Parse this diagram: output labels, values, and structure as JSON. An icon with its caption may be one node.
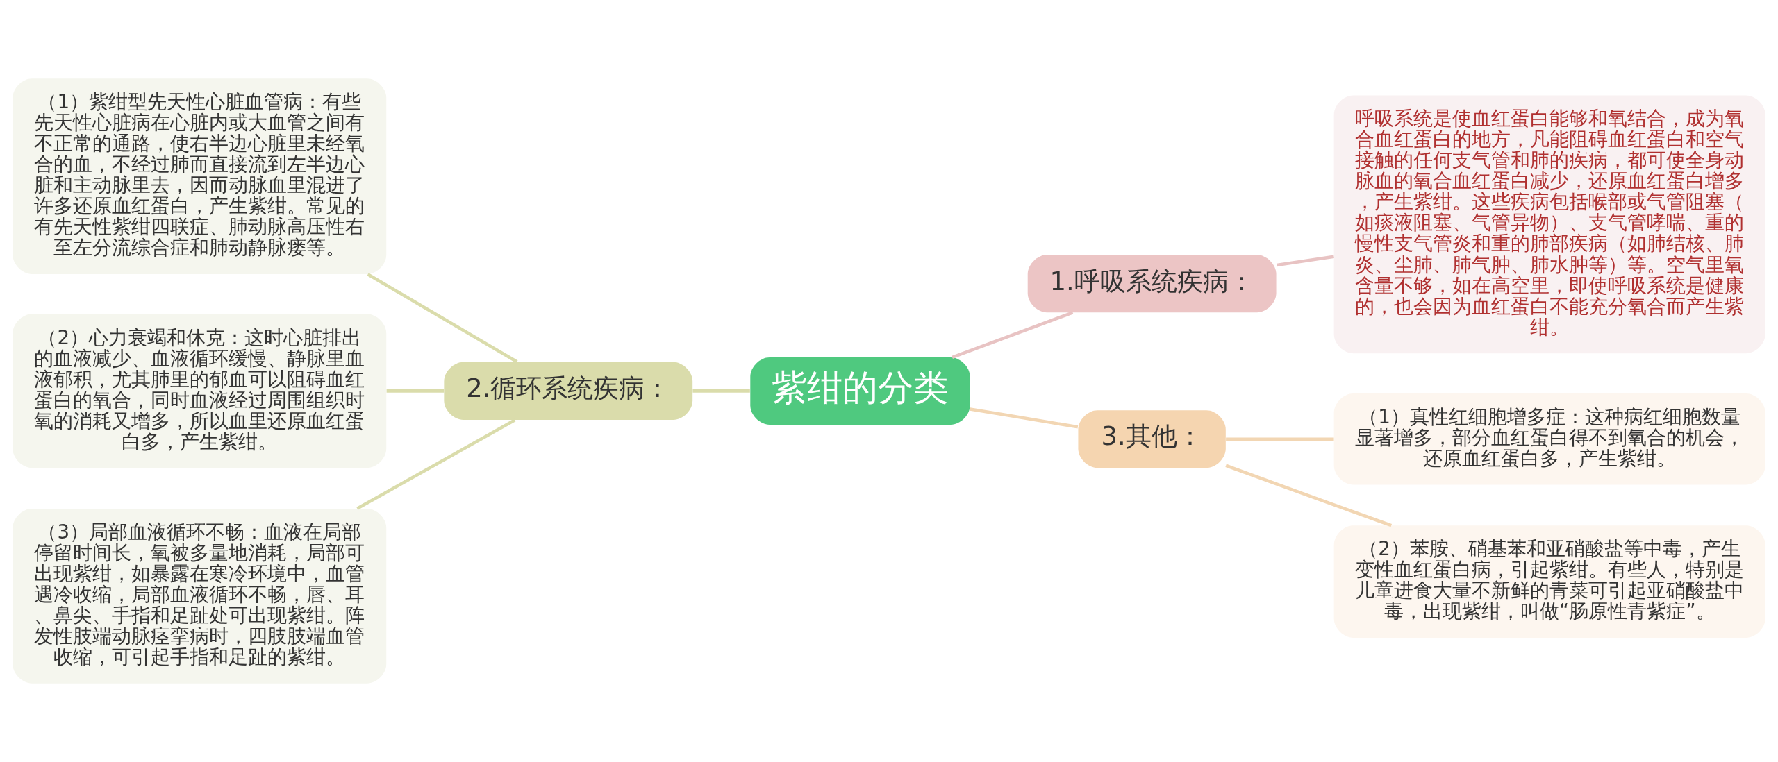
{
  "diagram": {
    "nodes": [
      {
        "text": [
          "紫绀的分类"
        ]
      },
      {
        "text": [
          "1.呼吸系统疾病："
        ]
      },
      {
        "text": [
          "呼吸系统是使血红蛋白能够和氧结合，成为氧合血红蛋白的地方，凡能阻碍血红蛋白和空气接触的任何支气管和肺的疾病，都可使全身动脉血的氧合血红蛋白减少，还原血红蛋白增多，产生紫绀。这些疾病包括喉部或气管阻塞（如痰液阻塞、气管异物）、支气管哮喘、重的慢性支气管炎和重的肺部疾病（如肺结核、肺炎、尘肺、肺气肿、肺水肿等）等。空气里氧含量不够，如在高空里，即使呼吸系统是健康的，也会因为血红蛋白不能充分氧合而产生紫绀。"
        ]
      },
      {
        "text": [
          "3.其他："
        ]
      },
      {
        "text": [
          "（1）真性红细胞增多症：这种病红细胞数量显著增多，部分血红蛋白得不到氧合的机会，还原血红蛋白多，产生紫绀。"
        ]
      },
      {
        "text": [
          "（2）苯胺、硝基苯和亚硝酸盐等中毒，产生变性血红蛋白病，引起紫绀。有些人，特别是儿童进食大量不新鲜的青菜可引起亚硝酸盐中毒，出现紫绀，叫做“肠原性青紫症”。"
        ]
      },
      {
        "text": [
          "2.循环系统疾病："
        ]
      },
      {
        "text": [
          "（1）紫绀型先天性心脏血管病：有些先天性心脏病在心脏内或大血管之间有不正常的通路，使右半边心脏里未经氧合的血，不经过肺而直接流到左半边心脏和主动脉里去，因而动脉血里混进了许多还原血红蛋白，产生紫绀。常见的有先天性紫绀四联症、肺动脉高压性右至左分流综合症和肺动静脉瘘等。"
        ]
      },
      {
        "text": [
          "（2）心力衰竭和休克：这时心脏排出的血液减少、血液循环缓慢、静脉里血液郁积，尤其肺里的郁血可以阻碍血红蛋白的氧合，同时血液经过周围组织时氧的消耗又增多，所以血里还原血红蛋白多，产生紫绀。"
        ]
      },
      {
        "text": [
          "（3）局部血液循环不畅：血液在局部停留时间长，氧被多量地消耗，局部可出现紫绀，如暴露在寒冷环境中，血管遇冷收缩，局部血液循环不畅，唇、耳、鼻尖、手指和足趾处可出现紫绀。阵发性肢端动脉痉挛病时，四肢肢端血管收缩，可引起手指和足趾的紫绀。"
        ]
      }
    ],
    "edges": [
      {
        "from": 0,
        "to": 1,
        "arrow": "none",
        "color": "#e8c3c3"
      },
      {
        "from": 1,
        "to": 2,
        "arrow": "none",
        "color": "#e8c3c3"
      },
      {
        "from": 0,
        "to": 3,
        "arrow": "none",
        "color": "#f2d6b3"
      },
      {
        "from": 3,
        "to": 4,
        "arrow": "none",
        "color": "#f2d6b3"
      },
      {
        "from": 3,
        "to": 5,
        "arrow": "none",
        "color": "#f2d6b3"
      },
      {
        "from": 0,
        "to": 6,
        "arrow": "none"
      },
      {
        "from": 6,
        "to": 7,
        "arrow": "none"
      },
      {
        "from": 6,
        "to": 8,
        "arrow": "none"
      },
      {
        "from": 6,
        "to": 9,
        "arrow": "none"
      }
    ]
  }
}
